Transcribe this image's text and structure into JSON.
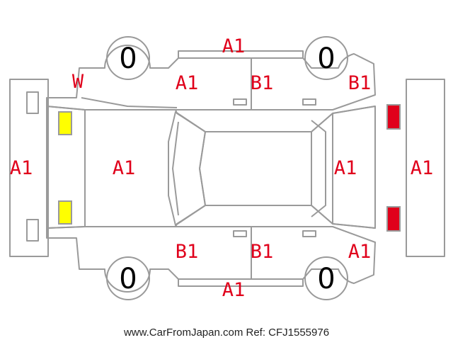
{
  "diagram": {
    "grades": {
      "front_bumper": "A1",
      "hood": "A1",
      "windshield_w": "W",
      "roof_front_left": "A1",
      "roof_rear_left": "B1",
      "rear_quarter_left": "B1",
      "rocker_left": "A1",
      "trunk": "A1",
      "rear_bumper": "A1",
      "front_door_right": "B1",
      "rear_door_right": "B1",
      "rear_quarter_right": "A1",
      "rocker_right": "A1"
    },
    "tires": {
      "front_left": "0",
      "rear_left": "0",
      "front_right": "0",
      "rear_right": "0"
    },
    "colors": {
      "label": "#e0001b",
      "front_lamp": "#ffff00",
      "rear_lamp": "#e0001b",
      "outline": "#9a9a9a"
    }
  },
  "footer": {
    "credit": "www.CarFromJapan.com Ref: CFJ1555976"
  }
}
